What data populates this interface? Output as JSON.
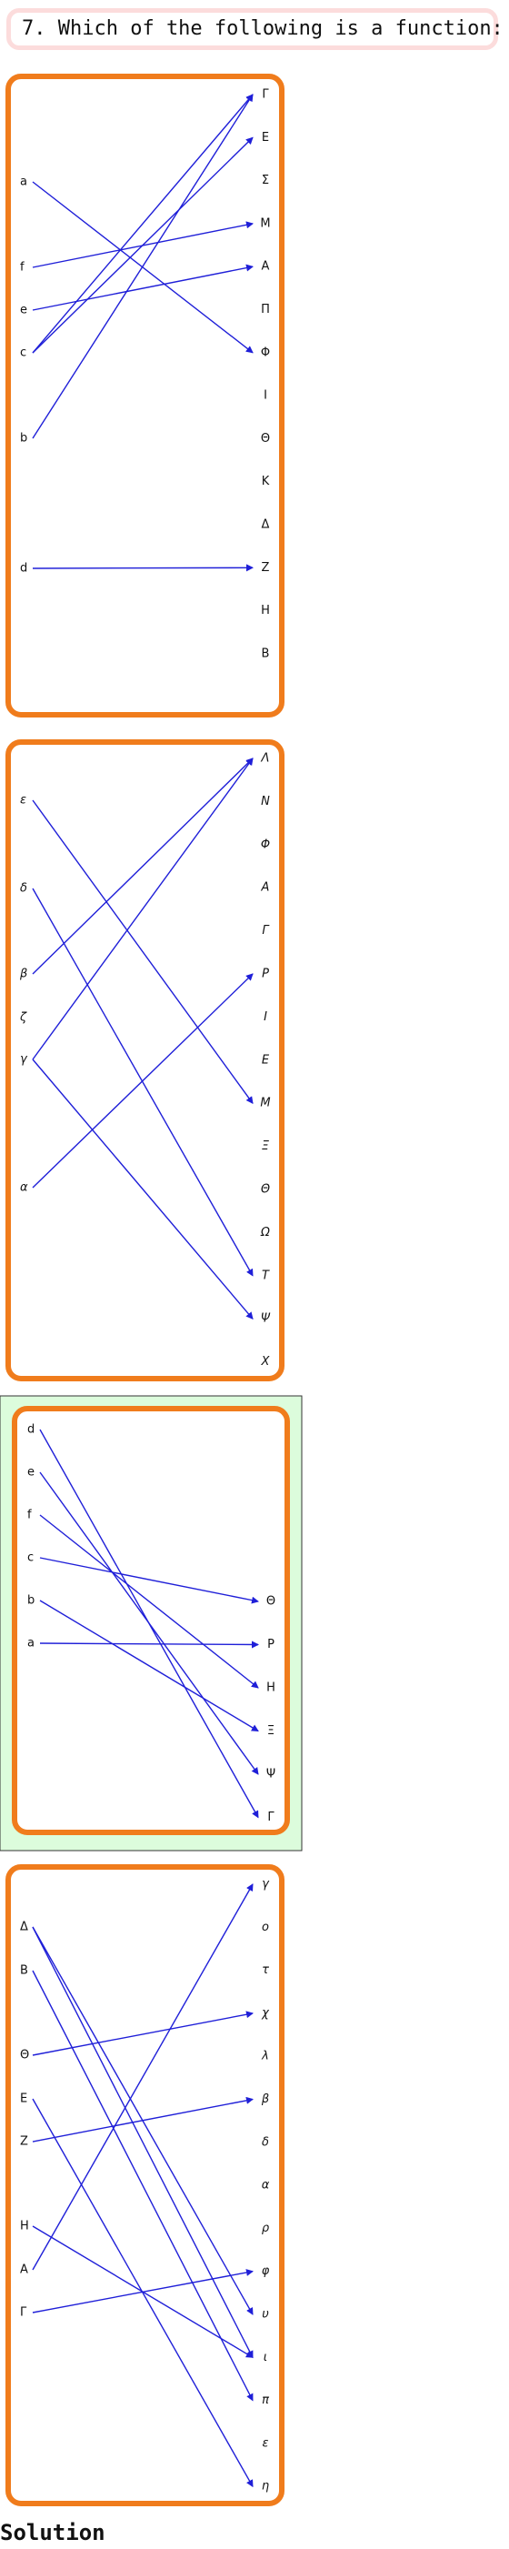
{
  "question": "7. Which of the following is a function:",
  "solution_label": "Solution",
  "colors": {
    "arrow": "#1f1fd8",
    "box_border": "#f07c1c",
    "highlight": "#dcfcdc",
    "question_border": "#fcdcdc"
  },
  "diagrams": [
    {
      "id": "diagram-1",
      "highlighted": false,
      "italic": false,
      "domain": [
        "a",
        "f",
        "e",
        "c",
        "b",
        "d"
      ],
      "codomain": [
        "Γ",
        "E",
        "Σ",
        "M",
        "A",
        "Π",
        "Φ",
        "I",
        "Θ",
        "K",
        "Δ",
        "Z",
        "H",
        "B"
      ],
      "arrows": [
        [
          "a",
          "Φ"
        ],
        [
          "f",
          "M"
        ],
        [
          "e",
          "A"
        ],
        [
          "c",
          "Γ"
        ],
        [
          "c",
          "E"
        ],
        [
          "b",
          "Γ"
        ],
        [
          "d",
          "Z"
        ]
      ]
    },
    {
      "id": "diagram-2",
      "highlighted": false,
      "italic": true,
      "domain": [
        "ε",
        "δ",
        "β",
        "ζ",
        "γ",
        "α"
      ],
      "codomain": [
        "Λ",
        "N",
        "Φ",
        "A",
        "Γ",
        "P",
        "I",
        "E",
        "M",
        "Ξ",
        "Θ",
        "Ω",
        "T",
        "Ψ",
        "X"
      ],
      "arrows": [
        [
          "ε",
          "M"
        ],
        [
          "δ",
          "T"
        ],
        [
          "β",
          "Λ"
        ],
        [
          "γ",
          "Λ"
        ],
        [
          "γ",
          "Ψ"
        ],
        [
          "α",
          "P"
        ]
      ]
    },
    {
      "id": "diagram-3",
      "highlighted": true,
      "italic": false,
      "domain": [
        "d",
        "e",
        "f",
        "c",
        "b",
        "a"
      ],
      "codomain": [
        "Θ",
        "P",
        "H",
        "Ξ",
        "Ψ",
        "Γ"
      ],
      "arrows": [
        [
          "d",
          "Γ"
        ],
        [
          "e",
          "Ψ"
        ],
        [
          "f",
          "H"
        ],
        [
          "c",
          "Θ"
        ],
        [
          "b",
          "Ξ"
        ],
        [
          "a",
          "P"
        ]
      ]
    },
    {
      "id": "diagram-4",
      "highlighted": false,
      "italic": false,
      "domain": [
        "Δ",
        "B",
        "Θ",
        "E",
        "Z",
        "H",
        "A",
        "Γ"
      ],
      "codomain": [
        "γ",
        "o",
        "τ",
        "χ",
        "λ",
        "β",
        "δ",
        "α",
        "ρ",
        "φ",
        "υ",
        "ι",
        "π",
        "ε",
        "η"
      ],
      "arrows": [
        [
          "Δ",
          "υ"
        ],
        [
          "Δ",
          "ι"
        ],
        [
          "B",
          "π"
        ],
        [
          "Θ",
          "χ"
        ],
        [
          "E",
          "η"
        ],
        [
          "Z",
          "β"
        ],
        [
          "H",
          "ι"
        ],
        [
          "A",
          "γ"
        ],
        [
          "Γ",
          "φ"
        ]
      ]
    }
  ]
}
